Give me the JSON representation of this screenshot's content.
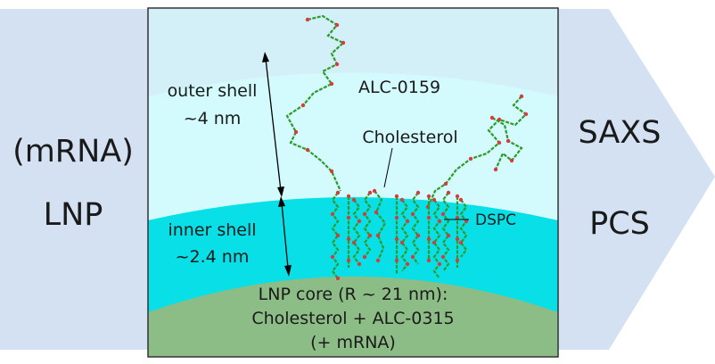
{
  "left_labels": {
    "line1": "(mRNA)",
    "line2": "LNP"
  },
  "right_labels": {
    "line1": "SAXS",
    "line2": "PCS"
  },
  "outer_shell": {
    "line1": "outer shell",
    "line2": "~4 nm"
  },
  "inner_shell": {
    "line1": "inner shell",
    "line2": "~2.4 nm"
  },
  "molecules": {
    "peg_lipid": "ALC-0159",
    "sterol": "Cholesterol",
    "phospholipid": "DSPC"
  },
  "core": {
    "line1": "LNP core (R ~ 21 nm):",
    "line2": "Cholesterol + ALC-0315",
    "line3": "(+ mRNA)"
  },
  "colors": {
    "arrow_bg": "#d3e1f2",
    "outer_shell": "#d3fbfd",
    "inner_shell": "#08dfe7",
    "core": "#8dbd86",
    "chain": "#2f9a2a",
    "atom_red": "#d63c3c"
  }
}
